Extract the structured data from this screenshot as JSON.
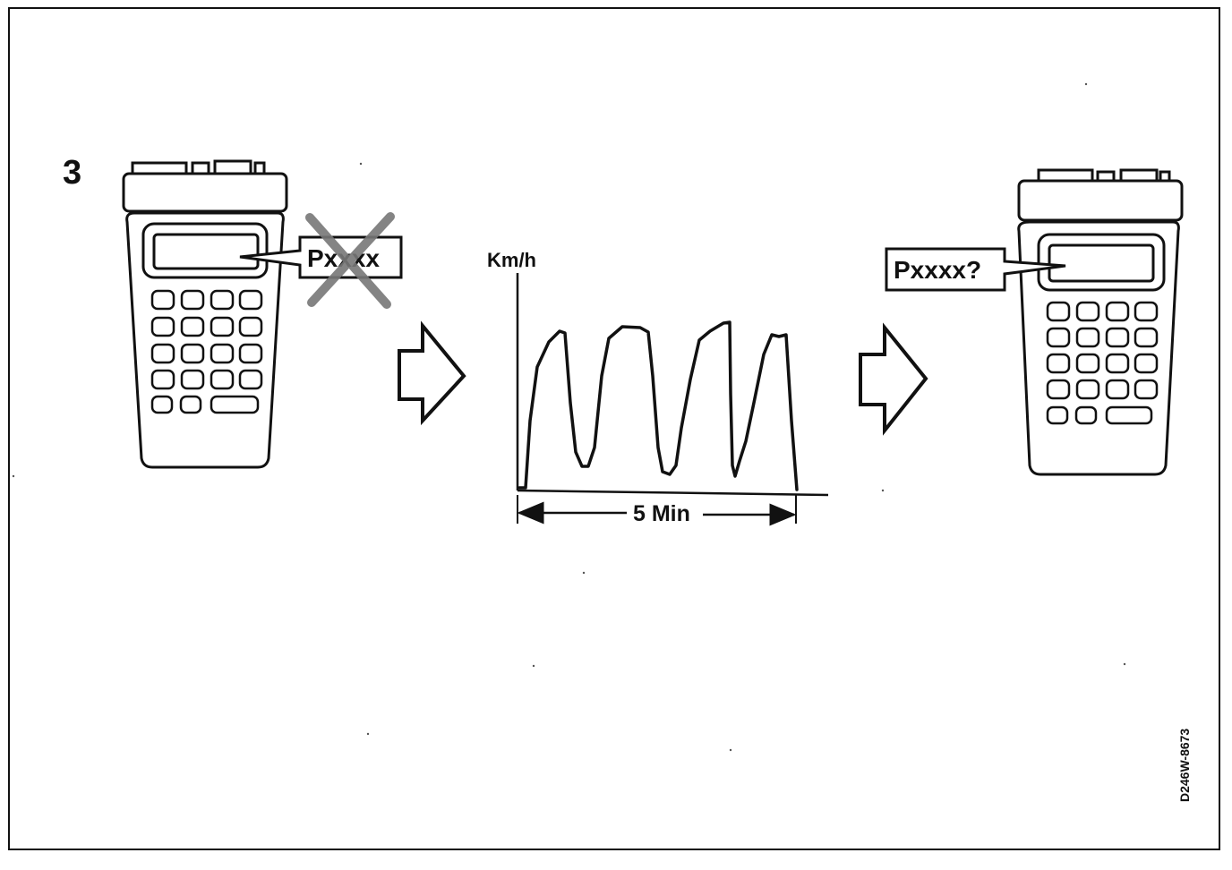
{
  "step_number": "3",
  "left_display": {
    "bubble_text": "Pxxxx",
    "crossed_out": true
  },
  "right_display": {
    "bubble_text": "Pxxxx?"
  },
  "graph": {
    "ylabel": "Km/h",
    "duration_label": "5 Min"
  },
  "document_code": "D246W-8673"
}
